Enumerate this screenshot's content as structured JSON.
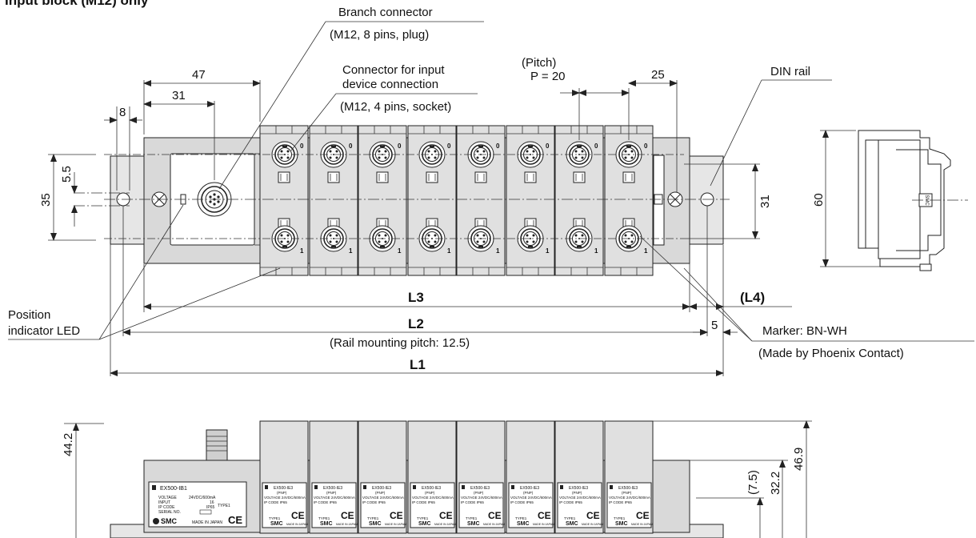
{
  "title": "Input block (M12) only",
  "labels": {
    "branch_connector": "Branch connector",
    "branch_connector_spec": "(M12, 8 pins, plug)",
    "input_connector_1": "Connector for input",
    "input_connector_2": "device connection",
    "input_connector_spec": "(M12, 4 pins, socket)",
    "pitch_label": "(Pitch)",
    "pitch_value": "P = 20",
    "din_rail": "DIN rail",
    "position_led_1": "Position",
    "position_led_2": "indicator LED",
    "marker": "Marker: BN-WH",
    "marker_maker": "(Made by Phoenix Contact)",
    "rail_pitch": "(Rail mounting pitch: 12.5)"
  },
  "dimensions": {
    "d47": "47",
    "d31_top": "31",
    "d8": "8",
    "d25": "25",
    "d5_5": "5.5",
    "d35": "35",
    "d31_right": "31",
    "d60": "60",
    "L3": "L3",
    "L4": "(L4)",
    "L2": "L2",
    "d5": "5",
    "L1": "L1",
    "d44_2": "44.2",
    "d7_5": "(7.5)",
    "d32_2": "32.2",
    "d46_9": "46.9"
  },
  "nameplates": {
    "main_model": "EX500-IB1",
    "main_voltage_label": "VOLTAGE",
    "main_voltage_value": "24VDC/600mA",
    "main_input_label": "INPUT",
    "main_input_value": "16",
    "main_ip_label": "IP CODE",
    "main_ip_value": "IP65",
    "main_serial_label": "SERIAL NO.",
    "main_made": "MADE IN JAPAN",
    "main_type": "TYPE1",
    "brand": "SMC",
    "ce": "CE",
    "block_model": "EX500-IE3",
    "block_pnp": "(PNP)",
    "block_voltage": "VOLTAGE 24VDC/600mA",
    "block_ip": "IP CODE     IP65",
    "block_type": "TYPE1",
    "block_made": "MADE IN JAPAN",
    "port_mark_0": "0",
    "port_mark_1": "1"
  }
}
